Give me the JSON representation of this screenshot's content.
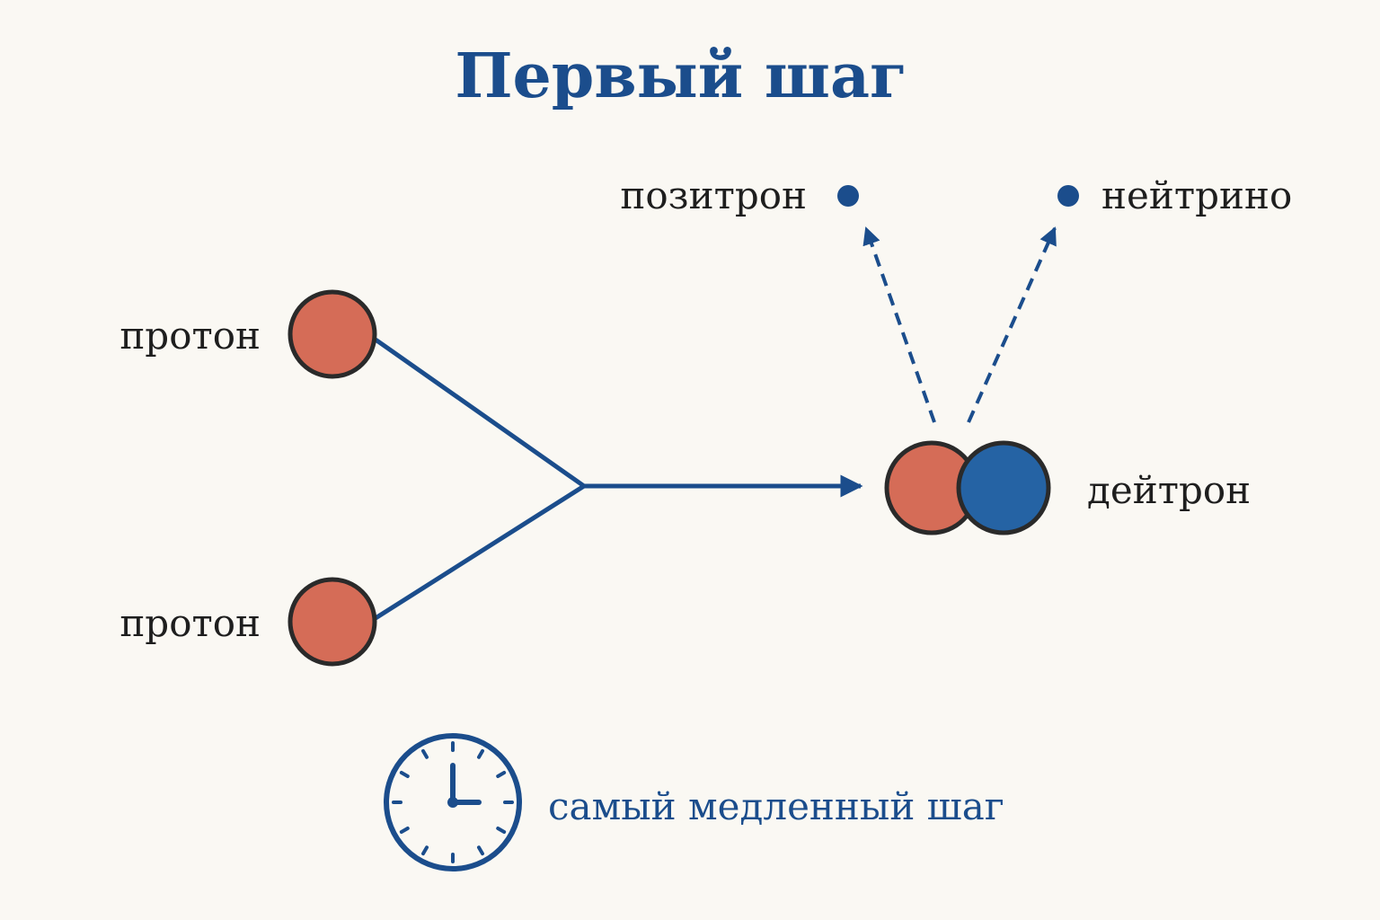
{
  "title": "Первый шаг",
  "labels": {
    "proton_top": "протон",
    "proton_bottom": "протон",
    "positron": "позитрон",
    "neutrino": "нейтрино",
    "deuteron": "дейтрон"
  },
  "caption": "самый медленный шаг",
  "colors": {
    "background": "#faf8f3",
    "accent_blue": "#1b4d8c",
    "proton": "#d56c57",
    "neutron": "#2563a4",
    "outline": "#2a2a2a",
    "text": "#1e1e1e"
  },
  "icons": {
    "clock": "clock-icon"
  }
}
